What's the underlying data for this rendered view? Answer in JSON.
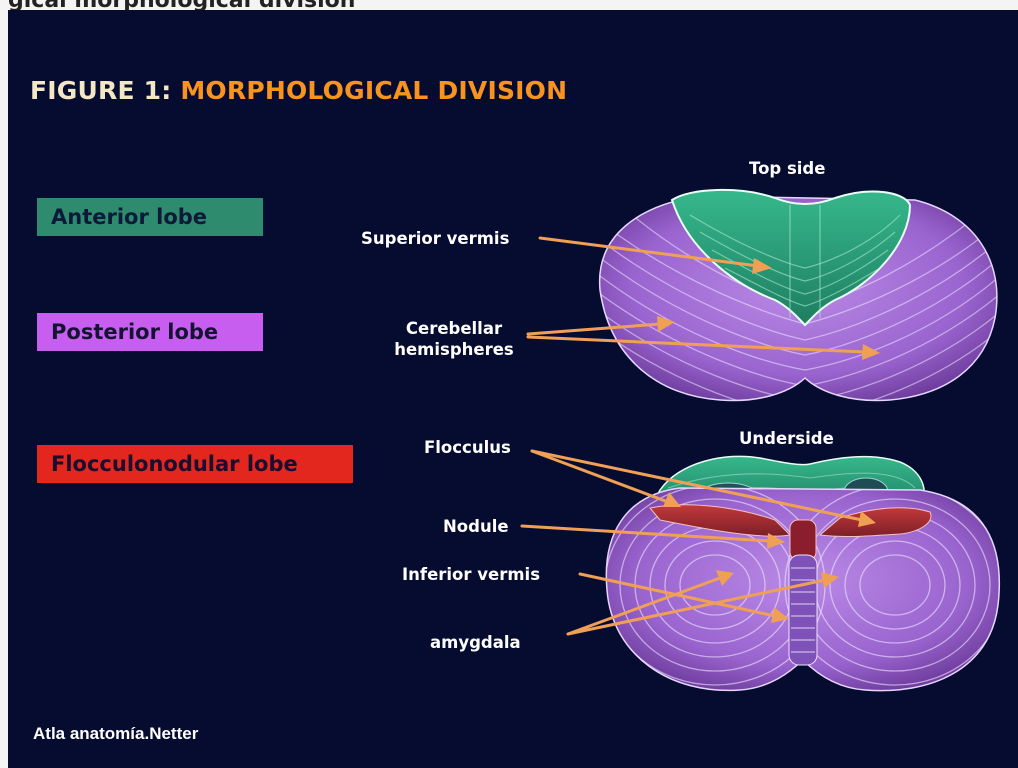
{
  "page": {
    "top_heading": "gical morphological division"
  },
  "figure": {
    "title_prefix": "FIGURE 1:",
    "title_accent": "MORPHOLOGICAL DIVISION",
    "colors": {
      "background": "#060b30",
      "title_prefix": "#f3e7c4",
      "title_accent": "#f7931e",
      "arrow": "#f0a055",
      "label_text": "#ffffff"
    }
  },
  "legend": [
    {
      "label": "Anterior lobe",
      "color": "#2e8b6e"
    },
    {
      "label": "Posterior lobe",
      "color": "#c75ef0"
    },
    {
      "label": "Flocculonodular lobe",
      "color": "#e3261e"
    }
  ],
  "views": {
    "top": "Top side",
    "under": "Underside"
  },
  "labels": {
    "superior_vermis": "Superior vermis",
    "cerebellar_line1": "Cerebellar",
    "cerebellar_line2": "hemispheres",
    "flocculus": "Flocculus",
    "nodule": "Nodule",
    "inferior_vermis": "Inferior vermis",
    "amygdala": "amygdala"
  },
  "credit": "Atla anatomía.Netter"
}
